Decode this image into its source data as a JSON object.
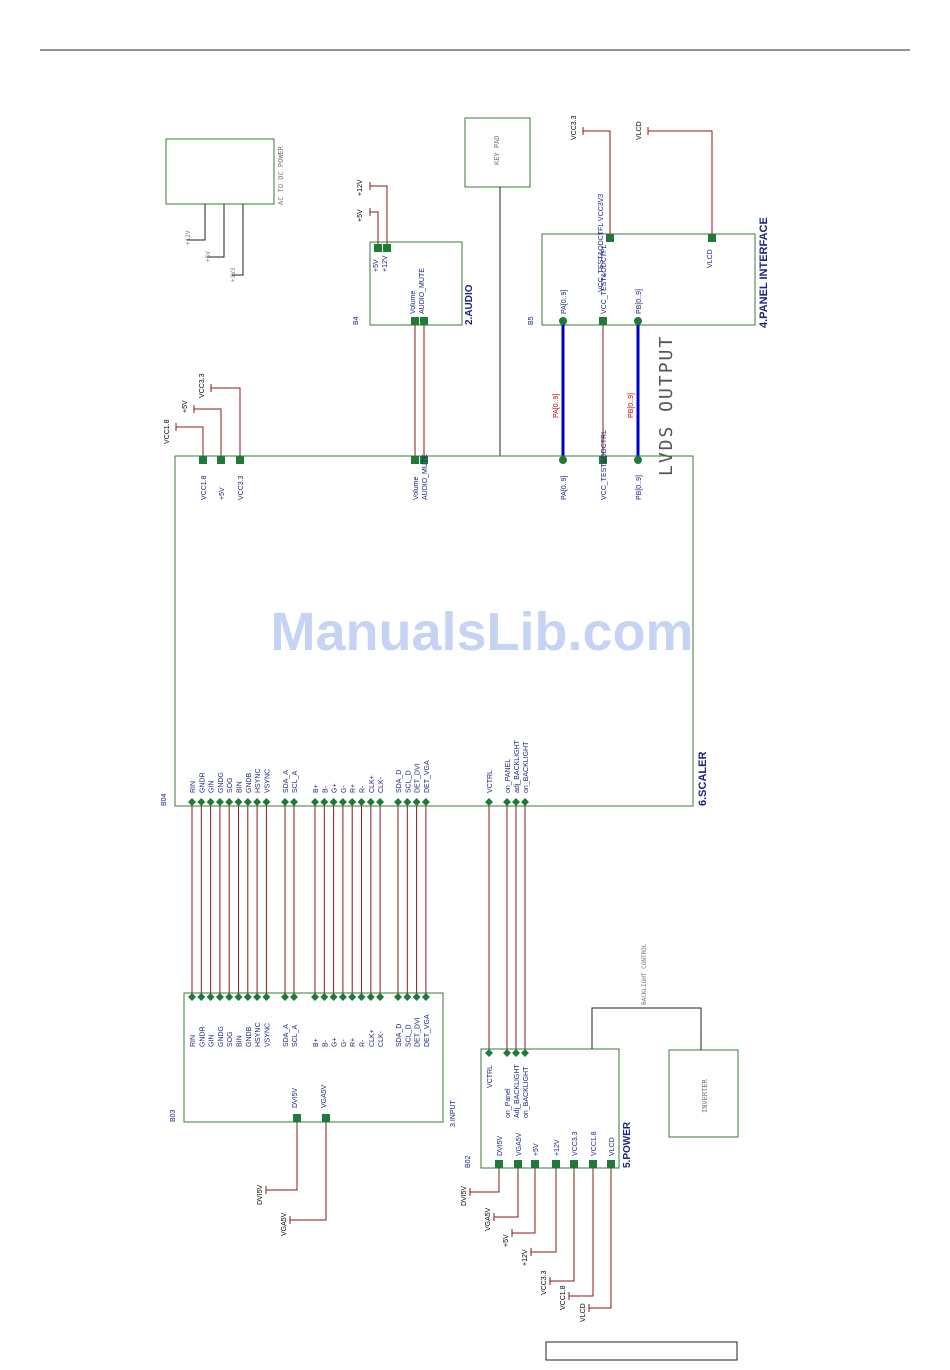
{
  "watermark": "ManualsLib.com",
  "title_text": "LVDS OUTPUT",
  "colors": {
    "wire": "#8b1a1a",
    "box": "#3a7a3a",
    "pin": "#1f7a3a",
    "label": "#1a237e",
    "bus": "#0000cc",
    "busLabel": "#cc0000"
  },
  "rails": {
    "vcc18": "VCC1.8",
    "p5v": "+5V",
    "vcc33": "VCC3.3",
    "p12v": "+12V",
    "vlcd": "VLCD",
    "dvi5v": "DVI5V",
    "vga5v": "VGA5V"
  },
  "blocks": {
    "ac_dc": {
      "label": "AC TO DC POWER",
      "outputs": [
        "+12V",
        "+5V",
        "+3V3"
      ]
    },
    "audio": {
      "title": "2.AUDIO",
      "ref": "B4",
      "pins_in": [
        "+5V",
        "+12V"
      ],
      "pins_out": [
        "Volume",
        "AUDIO_MUTE"
      ]
    },
    "keypad": {
      "label": "KEY PAD"
    },
    "panel": {
      "title": "4.PANEL INTERFACE",
      "ref": "B5",
      "pins_top": [
        "VCC_TEST&ODCTFL VCC3V3",
        "VLCD"
      ],
      "pins_bottom": [
        "PA[0..9]",
        "VCC_TEST&ODCTFL",
        "PB[0..9]"
      ]
    },
    "scaler": {
      "title": "6.SCALER",
      "ref": "B04",
      "pins_top": [
        "VCC1.8",
        "+5V",
        "VCC3.3",
        "Volume",
        "AUDIO_MUTE",
        "PA[0..9]",
        "VCC_TEST&ODCTRL",
        "PB[0..9]"
      ],
      "pins_bottom": [
        "RIN",
        "GNDR",
        "GIN",
        "GNDG",
        "SOG",
        "BIN",
        "GNDB",
        "HSYNC",
        "VSYNC",
        "SDA_A",
        "SCL_A",
        "B+",
        "B-",
        "G+",
        "G-",
        "R+",
        "R-",
        "CLK+",
        "CLK-",
        "SDA_D",
        "SCL_D",
        "DET_DVI",
        "DET_VGA",
        "VCTRL",
        "on_PANEL",
        "adj_BACKLIGHT",
        "on_BACKLIGHT"
      ]
    },
    "input": {
      "title": "3.INPUT",
      "ref": "B03",
      "pins_top": [
        "RIN",
        "GNDR",
        "GIN",
        "GNDG",
        "SOG",
        "BIN",
        "GNDB",
        "HSYNC",
        "VSYNC",
        "SDA_A",
        "SCL_A",
        "B+",
        "B-",
        "G+",
        "G-",
        "R+",
        "R-",
        "CLK+",
        "CLK-",
        "SDA_D",
        "SCL_D",
        "DET_DVI",
        "DET_VGA"
      ],
      "pins_bottom": [
        "DVI5V",
        "VGA5V"
      ]
    },
    "power": {
      "title": "5.POWER",
      "ref": "B02",
      "pins_top": [
        "VCTRL",
        "on_Panel",
        "Adj_BACKLIGHT",
        "on_BACKLIGHT"
      ],
      "pins_bottom": [
        "DVI5V",
        "VGA5V",
        "+5V",
        "+12V",
        "VCC3.3",
        "VCC1.8",
        "VLCD"
      ]
    },
    "inverter": {
      "label": "INVERTER",
      "control": "BACKLIGHT CONTROL"
    }
  },
  "bus_labels": {
    "pa": "PA[0..9]",
    "pb": "PB[0..9]"
  }
}
